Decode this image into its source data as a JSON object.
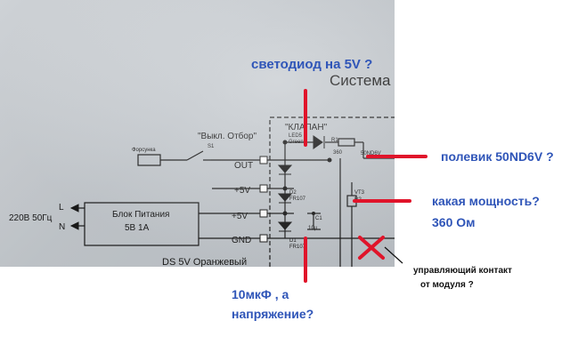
{
  "schematic": {
    "title": "Система",
    "klapan_label": "\"КЛАПАН\"",
    "switch_label": "\"Выкл. Отбор\"",
    "switch_ref": "S1",
    "injector_label": "Форсунка",
    "out_label": "OUT",
    "plus5v_a": "+5V",
    "plus5v_b": "+5V",
    "gnd_label": "GND",
    "mains_l": "L",
    "mains_n": "N",
    "mains_label": "220В 50Гц",
    "psu_title": "Блок Питания",
    "psu_rating": "5В 1А",
    "led_ref": "LED5",
    "led_color": "Green",
    "r1_ref": "R1",
    "r1_value": "360",
    "fet_part": "50ND6V",
    "vt3_ref": "VT3",
    "r_ref": "R?",
    "d2_ref": "D2",
    "d2_part": "FR107",
    "d1_ref": "D1",
    "d1_part": "FR107",
    "c1_ref": "C1",
    "c1_value": "10μ",
    "bottom_text": "DS  5V   Оранжевый"
  },
  "annotations": {
    "led_question": "светодиод на 5V ?",
    "fet_question": "полевик 50ND6V ?",
    "power_question": "какая мощность?",
    "resistance": "360 Ом",
    "capacitor_q1": "10мкФ , а",
    "capacitor_q2": "напряжение?",
    "contact_q1": "управляющий контакт",
    "contact_q2": "от модуля ?"
  },
  "colors": {
    "annotation_blue": "#2f55b8",
    "annotation_red": "#e0142a",
    "ink": "#1a1a1a",
    "note_black": "#111111"
  }
}
